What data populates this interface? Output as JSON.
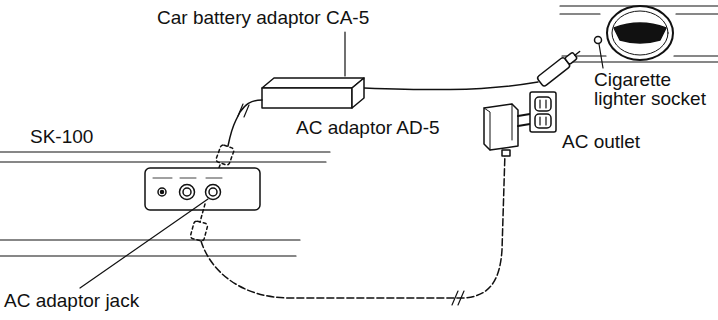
{
  "diagram": {
    "labels": [
      "Car battery adaptor CA-5",
      "Cigarette lighter socket",
      "SK-100",
      "AC adaptor AD-5",
      "AC outlet",
      "AC adaptor jack"
    ]
  }
}
